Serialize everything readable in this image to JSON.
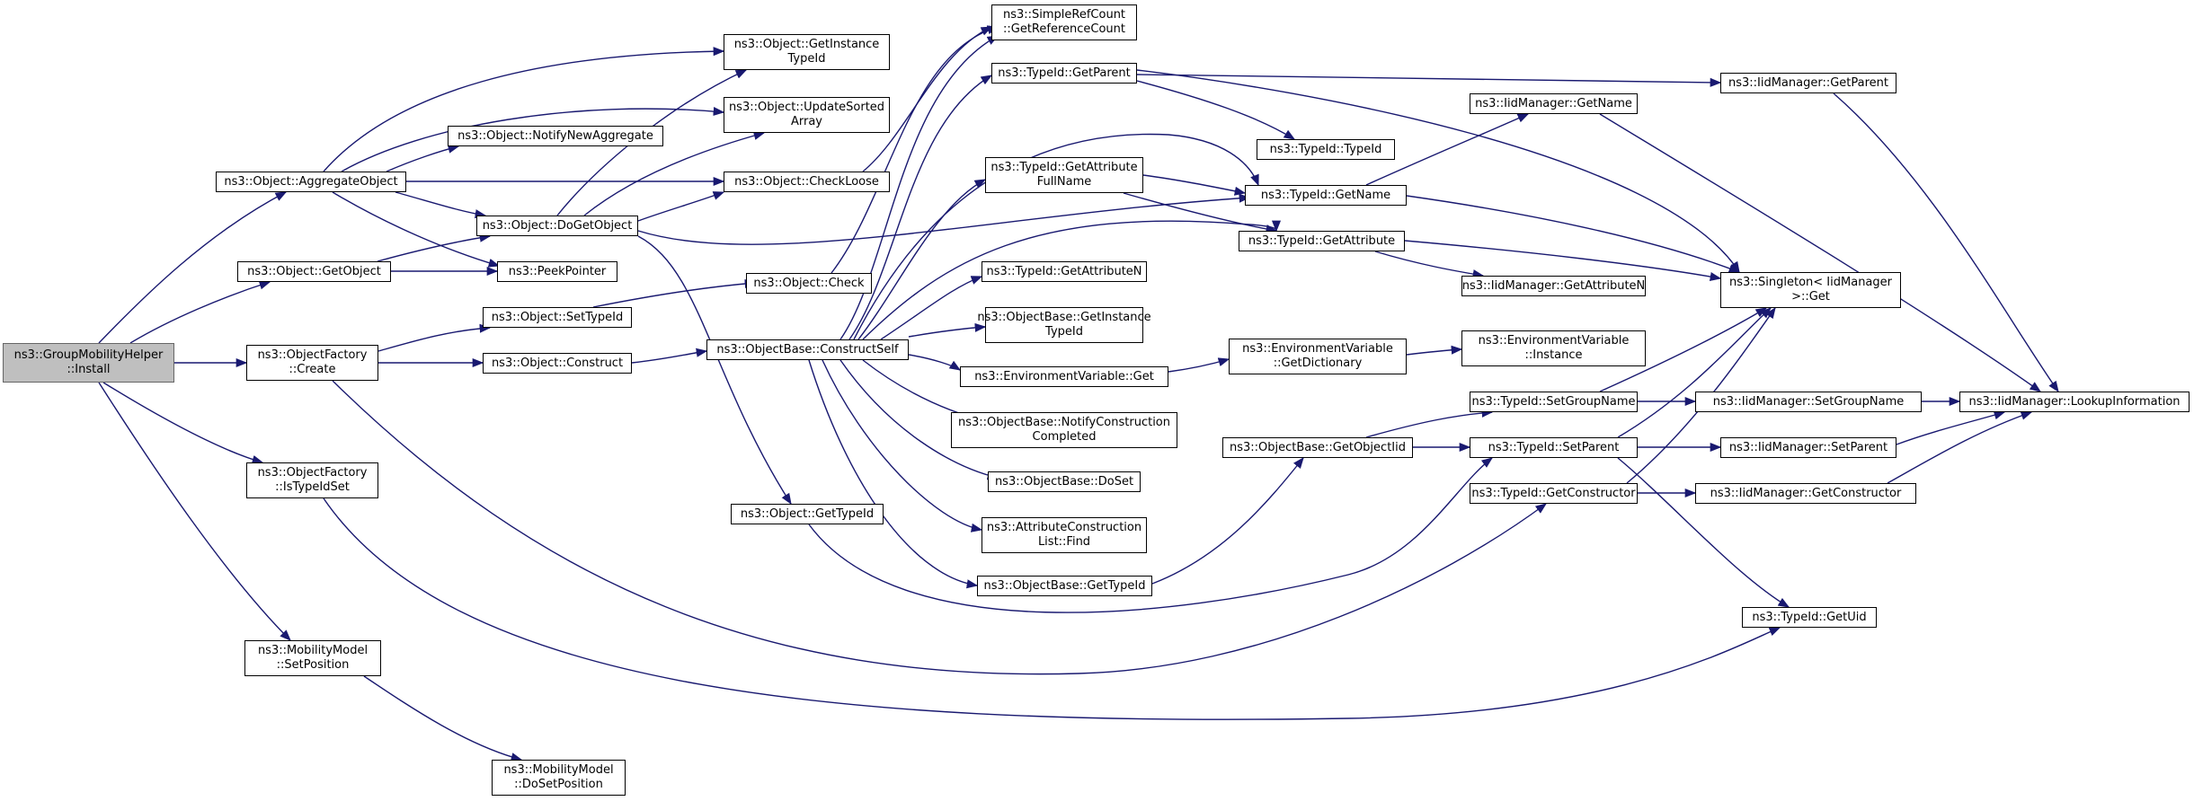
{
  "colors": {
    "edge": "#191970",
    "node_border": "#000000",
    "root_fill": "#bfbfbf",
    "root_border": "#666666",
    "background": "#ffffff"
  },
  "nodes": {
    "n_install": "ns3::GroupMobilityHelper\n::Install",
    "n_aggregate": "ns3::Object::AggregateObject",
    "n_getobject": "ns3::Object::GetObject",
    "n_ofcreate": "ns3::ObjectFactory\n::Create",
    "n_istypeidset": "ns3::ObjectFactory\n::IsTypeIdSet",
    "n_mmsetpos": "ns3::MobilityModel\n::SetPosition",
    "n_mmdosetpos": "ns3::MobilityModel\n::DoSetPosition",
    "n_getinstancetypeid": "ns3::Object::GetInstance\nTypeId",
    "n_updatesorted": "ns3::Object::UpdateSorted\nArray",
    "n_notifynewagg": "ns3::Object::NotifyNewAggregate",
    "n_checkloose": "ns3::Object::CheckLoose",
    "n_dogetobject": "ns3::Object::DoGetObject",
    "n_peekpointer": "ns3::PeekPointer",
    "n_check": "ns3::Object::Check",
    "n_settypeid": "ns3::Object::SetTypeId",
    "n_construct": "ns3::Object::Construct",
    "n_objgettypeid": "ns3::Object::GetTypeId",
    "n_simpleref": "ns3::SimpleRefCount\n::GetReferenceCount",
    "n_tidgetparent": "ns3::TypeId::GetParent",
    "n_tidgetattrfull": "ns3::TypeId::GetAttribute\nFullName",
    "n_constructself": "ns3::ObjectBase::ConstructSelf",
    "n_tidgetattrn": "ns3::TypeId::GetAttributeN",
    "n_obgetinstance": "ns3::ObjectBase::GetInstance\nTypeId",
    "n_envget": "ns3::EnvironmentVariable::Get",
    "n_obnotify": "ns3::ObjectBase::NotifyConstruction\nCompleted",
    "n_obdoset": "ns3::ObjectBase::DoSet",
    "n_acfind": "ns3::AttributeConstruction\nList::Find",
    "n_obgettypeid": "ns3::ObjectBase::GetTypeId",
    "n_tidtypeid": "ns3::TypeId::TypeId",
    "n_tidgetname": "ns3::TypeId::GetName",
    "n_tidgetattr": "ns3::TypeId::GetAttribute",
    "n_envgetdict": "ns3::EnvironmentVariable\n::GetDictionary",
    "n_envinstance": "ns3::EnvironmentVariable\n::Instance",
    "n_obgetobjectiid": "ns3::ObjectBase::GetObjectIid",
    "n_iidgetname": "ns3::IidManager::GetName",
    "n_iidgetattrn": "ns3::IidManager::GetAttributeN",
    "n_tidsetgroup": "ns3::TypeId::SetGroupName",
    "n_tidsetparent": "ns3::TypeId::SetParent",
    "n_tidgetctor": "ns3::TypeId::GetConstructor",
    "n_iidgetparent": "ns3::IidManager::GetParent",
    "n_singleton": "ns3::Singleton< IidManager\n>::Get",
    "n_iidsetgroup": "ns3::IidManager::SetGroupName",
    "n_iidsetparent": "ns3::IidManager::SetParent",
    "n_iidgetctor": "ns3::IidManager::GetConstructor",
    "n_tidgetuid": "ns3::TypeId::GetUid",
    "n_iidlookup": "ns3::IidManager::LookupInformation"
  }
}
